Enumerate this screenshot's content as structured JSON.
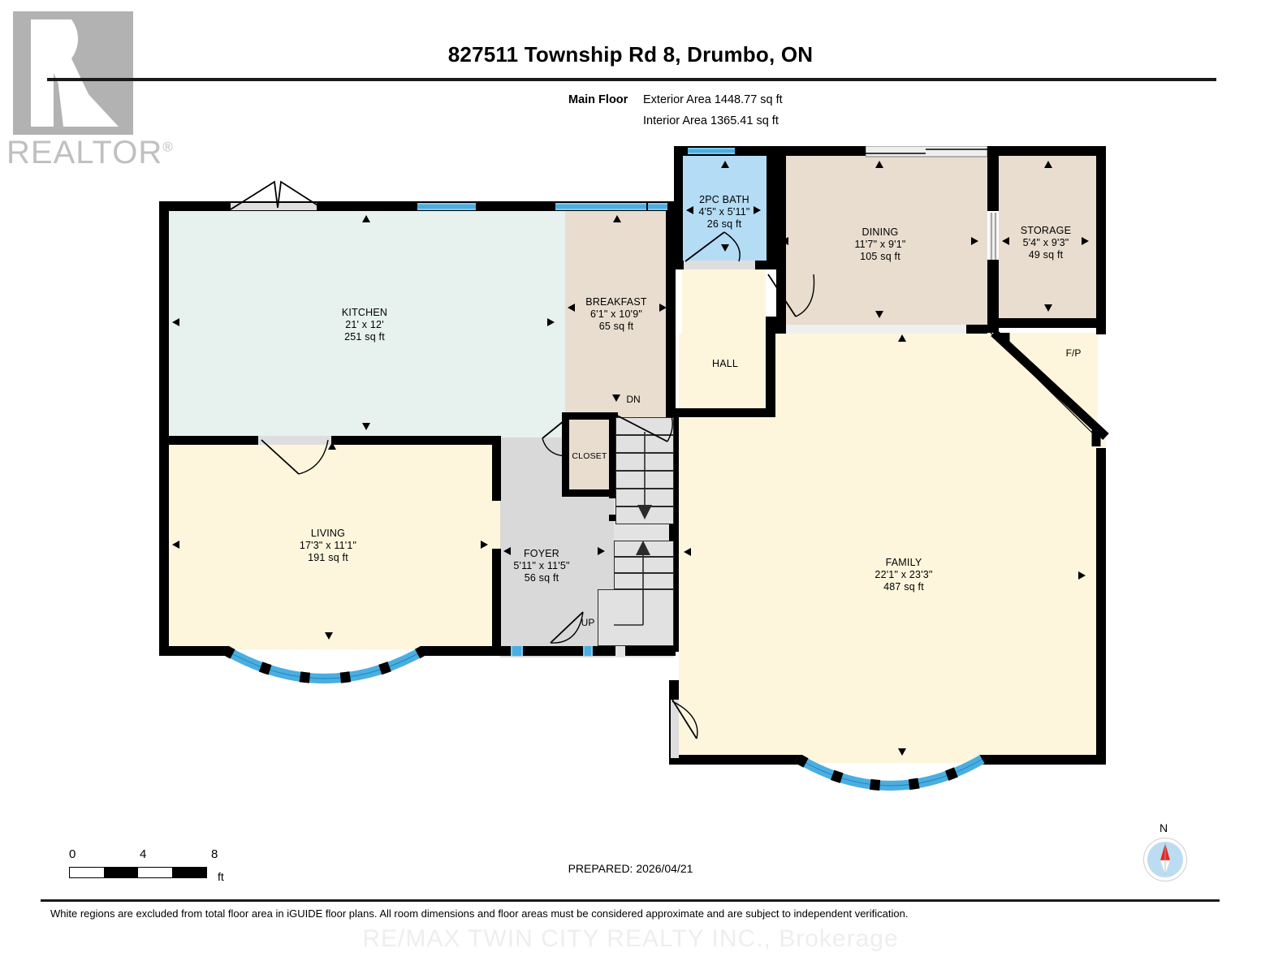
{
  "branding": {
    "logo_word": "REALTOR",
    "logo_registered": "®",
    "watermark": "RE/MAX TWIN CITY REALTY INC., Brokerage"
  },
  "header": {
    "title": "827511 Township Rd 8, Drumbo, ON",
    "floor_label": "Main Floor",
    "exterior_area": "Exterior Area 1448.77 sq ft",
    "interior_area": "Interior Area 1365.41 sq ft"
  },
  "rooms": [
    {
      "name": "KITCHEN",
      "dims": "21' x 12'",
      "area": "251 sq ft",
      "fill": "#e7f1ed"
    },
    {
      "name": "BREAKFAST",
      "dims": "6'1\" x 10'9\"",
      "area": "65 sq ft",
      "fill": "#e9ddcf"
    },
    {
      "name": "2PC BATH",
      "dims": "4'5\" x 5'11\"",
      "area": "26 sq ft",
      "fill": "#b4dcf5"
    },
    {
      "name": "DINING",
      "dims": "11'7\" x 9'1\"",
      "area": "105 sq ft",
      "fill": "#e9ddcf"
    },
    {
      "name": "STORAGE",
      "dims": "5'4\" x 9'3\"",
      "area": "49 sq ft",
      "fill": "#e9ddcf"
    },
    {
      "name": "HALL",
      "dims": "",
      "area": "",
      "fill": "#fdf6dd"
    },
    {
      "name": "CLOSET",
      "dims": "",
      "area": "",
      "fill": "#e9ddcf"
    },
    {
      "name": "LIVING",
      "dims": "17'3\" x 11'1\"",
      "area": "191 sq ft",
      "fill": "#fdf6dd"
    },
    {
      "name": "FOYER",
      "dims": "5'11\" x 11'5\"",
      "area": "56 sq ft",
      "fill": "#d9d9d9"
    },
    {
      "name": "FAMILY",
      "dims": "22'1\" x 23'3\"",
      "area": "487 sq ft",
      "fill": "#fdf6dd"
    }
  ],
  "annotations": {
    "stairs_down": "DN",
    "stairs_up": "UP",
    "fireplace": "F/P"
  },
  "scale": {
    "tick_0": "0",
    "tick_4": "4",
    "tick_8": "8",
    "unit": "ft"
  },
  "footer": {
    "prepared": "PREPARED: 2026/04/21",
    "disclaimer": "White regions are excluded from total floor area in iGUIDE floor plans. All room dimensions and floor areas must be considered approximate and are subject to independent verification."
  },
  "compass": {
    "north_label": "N",
    "needle_color": "#e8291f",
    "disc_color": "#bcdcf2"
  }
}
